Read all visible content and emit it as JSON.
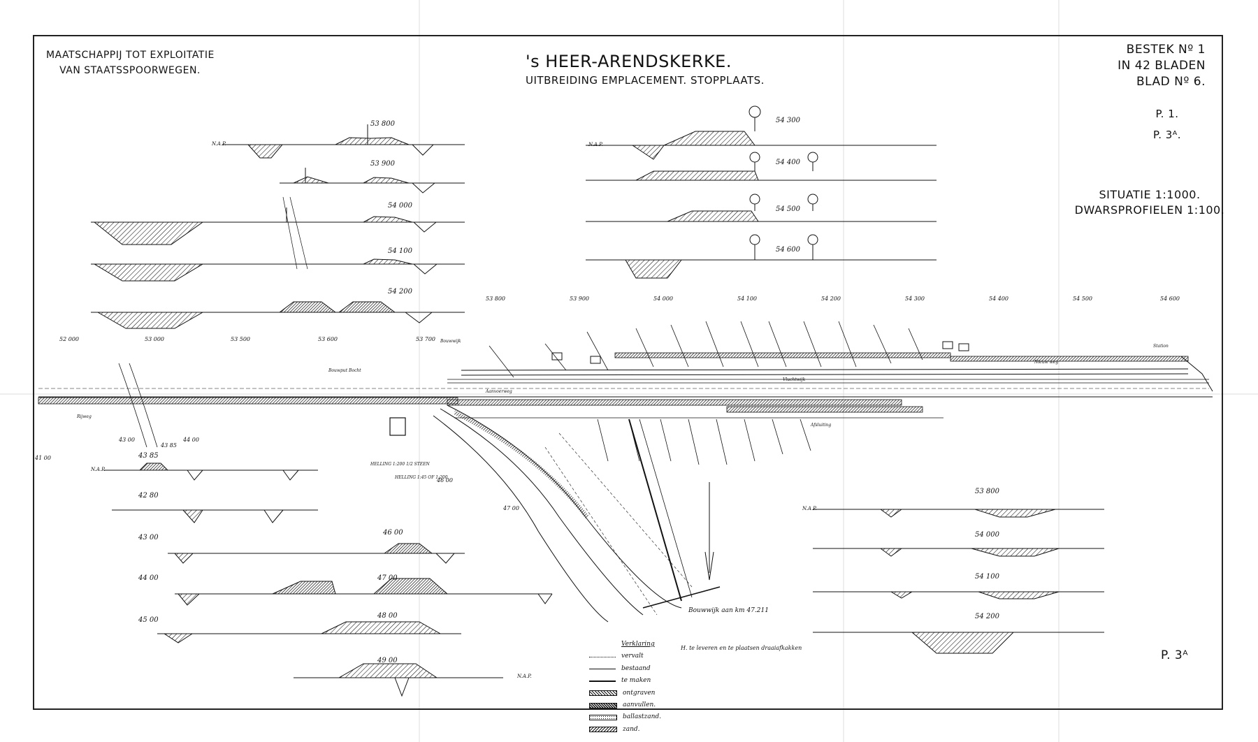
{
  "header": {
    "company_line1": "MAATSCHAPPIJ TOT EXPLOITATIE",
    "company_line2": "VAN STAATSSPOORWEGEN.",
    "title": "'s HEER-ARENDSKERKE.",
    "subtitle": "UITBREIDING EMPLACEMENT. STOPPLAATS.",
    "contract": "BESTEK Nº 1",
    "sheets": "IN 42 BLADEN",
    "sheet_no": "BLAD Nº 6.",
    "code1": "P. 1.",
    "code2": "P. 3ᴬ.",
    "scale_plan": "SITUATIE 1:1000.",
    "scale_sections": "DWARSPROFIELEN 1:100.",
    "corner_code": "P. 3ᴬ"
  },
  "legend": {
    "title": "Verklaring",
    "items": [
      {
        "label": "vervalt",
        "style": "dotted"
      },
      {
        "label": "bestaand",
        "style": "thin"
      },
      {
        "label": "te maken",
        "style": "thick"
      },
      {
        "label": "ontgraven",
        "style": "hatch"
      },
      {
        "label": "aanvullen.",
        "style": "dense"
      },
      {
        "label": "ballastzand.",
        "style": "dots"
      },
      {
        "label": "zand.",
        "style": "hatch"
      }
    ],
    "note": "H. te leveren en te plaatsen draaiafkakken"
  },
  "profiles": {
    "top_left": [
      "53 800",
      "53 900",
      "54 000",
      "54 100",
      "54 200"
    ],
    "top_right": [
      "54 300",
      "54 400",
      "54 500",
      "54 600"
    ],
    "bottom_left": [
      "43 85",
      "42 80",
      "43 00",
      "44 00",
      "45 00",
      "46 00",
      "47 00",
      "48 00",
      "49 00"
    ],
    "bottom_right": [
      "53 800",
      "54 000",
      "54 100",
      "54 200"
    ],
    "datum": "N.A.P."
  },
  "plan": {
    "km_top": [
      "52 000",
      "53 000",
      "53 500",
      "53 600",
      "53 700",
      "53 800",
      "53 900",
      "54 000",
      "54 100",
      "54 200",
      "54 300",
      "54 400",
      "54 500",
      "54 600"
    ],
    "km_low": [
      "43 00",
      "43 85",
      "44 00",
      "41 00",
      "46 00",
      "47 00"
    ],
    "labels": [
      {
        "key": "bocht",
        "text": "Bouwput Bocht"
      },
      {
        "key": "bouwwijk",
        "text": "Bouwwijk"
      },
      {
        "key": "vluchtwijk",
        "text": "Vluchtwijk"
      },
      {
        "key": "aanvoer",
        "text": "Aanvoerweg"
      },
      {
        "key": "nieuwweg",
        "text": "Nieuw weg"
      },
      {
        "key": "station",
        "text": "Station"
      },
      {
        "key": "hellings1",
        "text": "HELLING 1:200 1/2 STEEN"
      },
      {
        "key": "hellings2",
        "text": "HELLING 1:45 OF 1:200"
      },
      {
        "key": "afsluiting",
        "text": "Afsluiting"
      },
      {
        "key": "rijweg",
        "text": "Rijweg"
      },
      {
        "key": "bouwwijk_km",
        "text": "Bouwwijk aan km 47.211"
      }
    ]
  }
}
